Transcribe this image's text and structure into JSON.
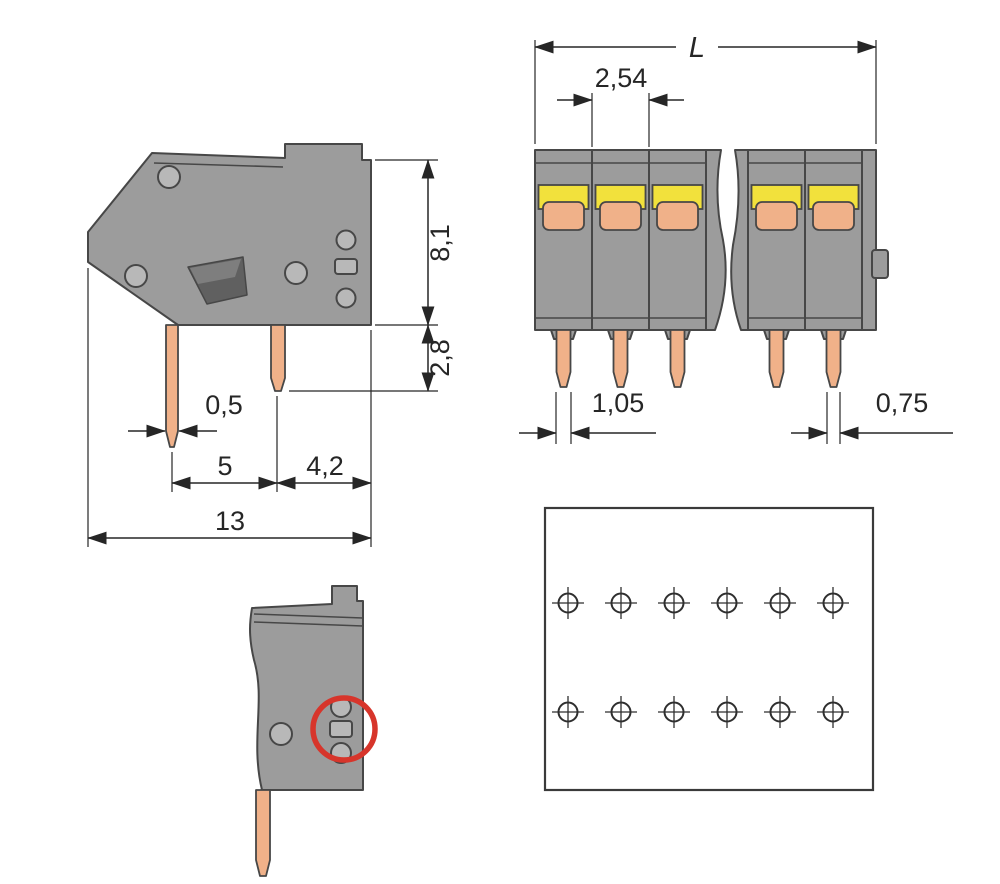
{
  "dims": {
    "total_length": "L",
    "pitch": "2,54",
    "height": "8,1",
    "pin_protrusion": "2,8",
    "side_pin_width": "0,5",
    "pin_center_distance": "5",
    "right_offset": "4,2",
    "depth": "13",
    "front_pin_width": "1,05",
    "pin_thickness": "0,75"
  },
  "colors": {
    "body-gray": "#9c9c9c",
    "hole-gray": "#b8b8b8",
    "lever-yellow": "#f2e13c",
    "pin-orange": "#f0b189",
    "highlight-red": "#d7352b",
    "line-dark": "#474747",
    "dim-line": "#262626",
    "slot-dark": "#606060"
  }
}
